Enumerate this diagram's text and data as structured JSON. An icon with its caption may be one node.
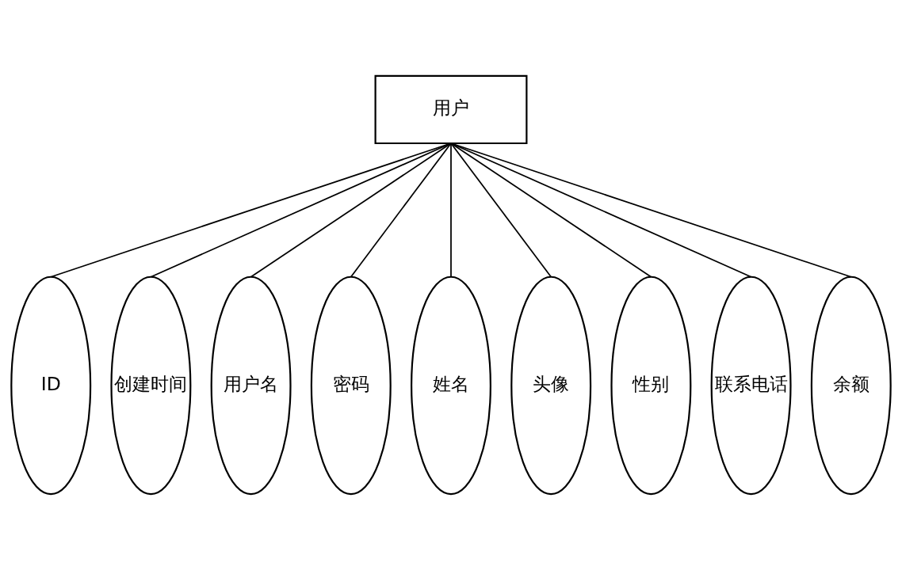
{
  "diagram": {
    "nodes": [
      {
        "text": [
          "用户"
        ]
      },
      {
        "text": [
          "ID"
        ]
      },
      {
        "text": [
          "创建时间"
        ]
      },
      {
        "text": [
          "用户名"
        ]
      },
      {
        "text": [
          "密码"
        ]
      },
      {
        "text": [
          "姓名"
        ]
      },
      {
        "text": [
          "头像"
        ]
      },
      {
        "text": [
          "性别"
        ]
      },
      {
        "text": [
          "联系电话"
        ]
      },
      {
        "text": [
          "余额"
        ]
      }
    ],
    "edges": [
      {
        "from": 0,
        "to": 1,
        "arrow": "none"
      },
      {
        "from": 0,
        "to": 2,
        "arrow": "none"
      },
      {
        "from": 0,
        "to": 3,
        "arrow": "none"
      },
      {
        "from": 0,
        "to": 4,
        "arrow": "none"
      },
      {
        "from": 0,
        "to": 5,
        "arrow": "none"
      },
      {
        "from": 0,
        "to": 6,
        "arrow": "none"
      },
      {
        "from": 0,
        "to": 7,
        "arrow": "none"
      },
      {
        "from": 0,
        "to": 8,
        "arrow": "none"
      },
      {
        "from": 0,
        "to": 9,
        "arrow": "none"
      }
    ]
  }
}
